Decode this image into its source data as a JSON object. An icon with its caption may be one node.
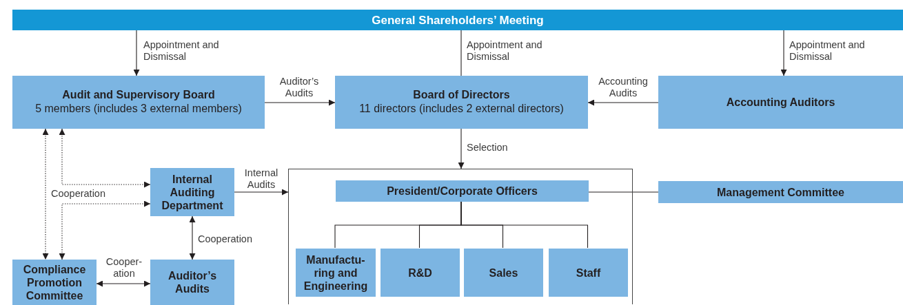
{
  "diagram": {
    "nodes": [
      {
        "text": [
          "General Shareholders’ Meeting"
        ]
      },
      {
        "text": [
          "Audit and Supervisory Board",
          "5 members (includes 3 external members)"
        ]
      },
      {
        "text": [
          "Board of Directors",
          "11 directors (includes 2 external directors)"
        ]
      },
      {
        "text": [
          "Accounting Auditors"
        ]
      },
      {
        "text": [
          "Internal Auditing Department"
        ]
      },
      {
        "text": [],
        "shape": "box"
      },
      {
        "text": [
          "President/Corporate Officers"
        ],
        "in": 5
      },
      {
        "text": [
          "Management Committee"
        ]
      },
      {
        "text": [
          "Manufactu- ring and Engineering"
        ],
        "in": 5
      },
      {
        "text": [
          "R&D"
        ],
        "in": 5
      },
      {
        "text": [
          "Sales"
        ],
        "in": 5
      },
      {
        "text": [
          "Staff"
        ],
        "in": 5
      },
      {
        "text": [
          "Compliance Promotion Committee"
        ]
      },
      {
        "text": [
          "Auditor’s Audits"
        ]
      }
    ],
    "edges": [
      {
        "from": 0,
        "to": 1,
        "arrow": "to",
        "label": "Appointment and Dismissal"
      },
      {
        "from": 0,
        "to": 2,
        "arrow": "none",
        "label": "Appointment and Dismissal"
      },
      {
        "from": 0,
        "to": 3,
        "arrow": "to",
        "label": "Appointment and Dismissal"
      },
      {
        "from": 1,
        "to": 2,
        "arrow": "to",
        "label": "Auditor’s Audits"
      },
      {
        "from": 3,
        "to": 2,
        "arrow": "to",
        "label": "Accounting Audits"
      },
      {
        "from": 2,
        "to": 5,
        "arrow": "to",
        "label": "Selection"
      },
      {
        "from": 4,
        "to": 5,
        "arrow": "to",
        "label": "Internal Audits"
      },
      {
        "from": 6,
        "to": 7,
        "arrow": "none"
      },
      {
        "from": 6,
        "to": 8,
        "arrow": "none"
      },
      {
        "from": 6,
        "to": 9,
        "arrow": "none"
      },
      {
        "from": 6,
        "to": 10,
        "arrow": "none"
      },
      {
        "from": 6,
        "to": 11,
        "arrow": "none"
      },
      {
        "from": 1,
        "to": 12,
        "arrow": "both",
        "style": "dashed"
      },
      {
        "from": 1,
        "to": 4,
        "arrow": "both",
        "style": "dashed",
        "label": "Cooperation"
      },
      {
        "from": 12,
        "to": 4,
        "arrow": "both",
        "style": "dashed"
      },
      {
        "from": 4,
        "to": 13,
        "arrow": "both",
        "label": "Cooperation"
      },
      {
        "from": 12,
        "to": 13,
        "arrow": "both",
        "label": "Cooper- ation"
      }
    ]
  }
}
